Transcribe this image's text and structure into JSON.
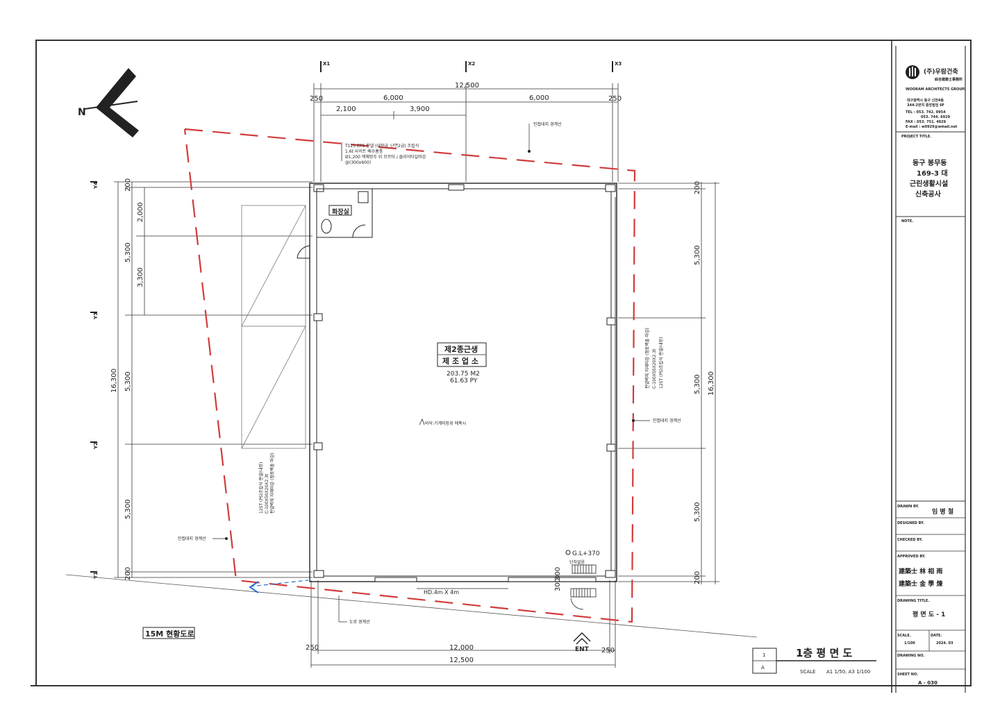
{
  "grid_x": [
    "X1",
    "X2",
    "X3"
  ],
  "grid_y": [
    "Y4",
    "Y3",
    "Y2",
    "Y1"
  ],
  "north": "N",
  "dims": {
    "top_total": "12,500",
    "top_s1": "250",
    "top_s2": "6,000",
    "top_s3": "6,000",
    "top_s4": "250",
    "top_sub1": "2,100",
    "top_sub2": "3,900",
    "bottom_total": "12,500",
    "bottom_mid": "12,000",
    "bottom_l": "250",
    "bottom_r": "250",
    "left_total": "16,300",
    "left_s1": "200",
    "left_s2": "5,300",
    "left_s3": "5,300",
    "left_s4": "5,300",
    "left_s5": "200",
    "left_sub1": "2,000",
    "left_sub2": "3,300",
    "right_total": "16,300",
    "right_s1": "200",
    "right_s2": "5,300",
    "right_s3": "5,300",
    "right_s4": "5,300",
    "right_s5": "200",
    "step_1": "300",
    "step_2": "300"
  },
  "labels": {
    "toilet": "화장실",
    "use_1": "제2종근생",
    "use_2": "제 조 업 소",
    "area_m2": "203.75 M2",
    "area_py": "61.63 PY",
    "note_top": [
      "T125 EPS 판넬 (내장급_난연2급) 조립식",
      "1.6t 사이트 배수홈통",
      "Ø1,200 액체방수 위 모르타 / 클리어타일마감",
      "@(300x600)"
    ],
    "note_left": [
      "125T (PS)조립식 판넬(내장)",
      "C-100X50X20X2.3t",
      "판넬벽체 자재마감 (점토벽돌 마감)"
    ],
    "note_right": [
      "판넬벽체 자재마감 (점토벽돌 마감)",
      "C-100X50X20X2.3t",
      "125T (PS)조립식 판넬(내장)"
    ],
    "floor_note": "바닥:기계미장위 에폭시",
    "boundary_top": "인접대지 경계선",
    "boundary_right": "인접대지 경계선",
    "boundary_left": "인접대지 경계선",
    "road_line": "도로 경계선",
    "road": "15M 현황도로",
    "gl": "G.L+370",
    "gl_sub": "단차없음",
    "door": "HD.4m X 4m",
    "ent": "ENT",
    "plan_title": "1층 평 면 도",
    "plan_no": "1",
    "plan_letter": "A",
    "scale_label": "SCALE",
    "scale_value": "A1 1/50,  A3 1/100"
  },
  "title_block": {
    "company_kr": "(주)우람건축",
    "company_hanja": "綜合建築士事務所",
    "company_en": "WOORAM ARCHITECTS GROUP.",
    "address": [
      "대구광역시 동구 신천4동",
      "344-2번지 중앙빌딩 6F"
    ],
    "tel": [
      "TEL : 053. 742. 0954",
      "053. 744. 6929"
    ],
    "fax": "FAX : 053. 751. 4929",
    "email": "E-mail : w0929@wmail.net",
    "project_label": "PROJECT  TITLE.",
    "project": [
      "동구 봉무동",
      "169-3 대",
      "근린생활시설",
      "신축공사"
    ],
    "note_label": "NOTE.",
    "drawn_label": "DRAWN  BY.",
    "drawn_value": "임 병 철",
    "designed_label": "DESIGNED  BY.",
    "checked_label": "CHECKED  BY.",
    "approved_label": "APPROVED  BY.",
    "approved_1": "建築士  林  相  雨",
    "approved_2": "建築士  金  學  煉",
    "drawing_title_label": "DRAWING  TITLE.",
    "drawing_title": "평 면 도 - 1",
    "scale_label": "SCALE.",
    "scale_value": "1/100",
    "date_label": "DATE.",
    "date_value": "2024. 03",
    "drawing_no_label": "DRAWING  NO.",
    "sheet_no_label": "SHEET  NO.",
    "sheet_no": "A - 030"
  }
}
